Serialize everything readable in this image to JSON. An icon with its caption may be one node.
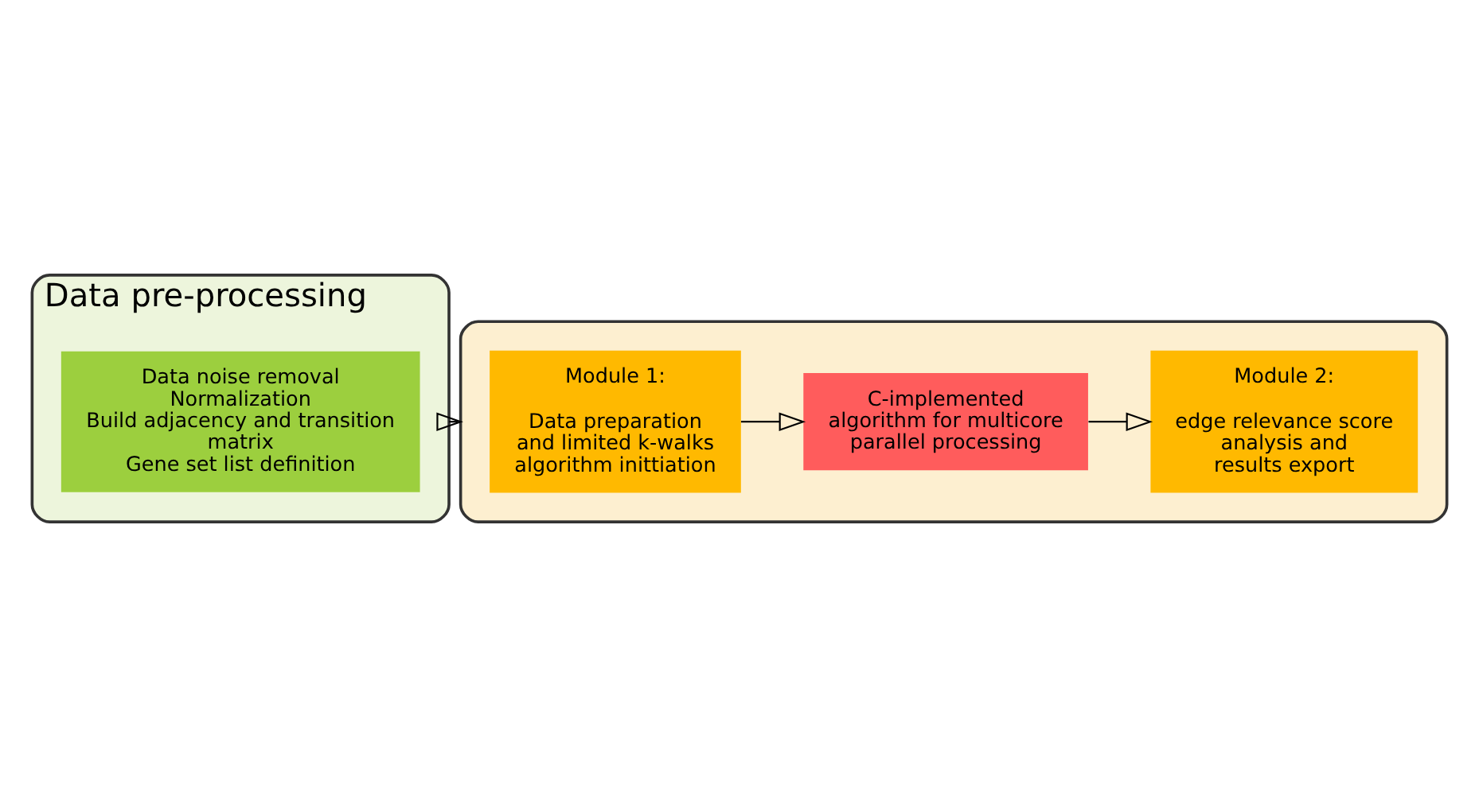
{
  "diagram": {
    "nodes": [
      {
        "text": [
          "Data pre-processing"
        ]
      },
      {
        "text": [
          "Data noise removal Normalization Build adjacency and transition matrix Gene set list definition"
        ],
        "in": 0
      },
      {
        "text": [],
        "shape": "box"
      },
      {
        "text": [
          "Module 1:",
          "Data preparation and limited k-walks algorithm inittiation"
        ],
        "in": 2
      },
      {
        "text": [
          "C-implemented algorithm for multicore parallel processing"
        ],
        "in": 2
      },
      {
        "text": [
          "Module 2:",
          "edge relevance score analysis and results export"
        ],
        "in": 2
      }
    ],
    "edges": [
      {
        "from": 0,
        "to": 2,
        "arrow": "to"
      },
      {
        "from": 3,
        "to": 4,
        "arrow": "to"
      },
      {
        "from": 4,
        "to": 5,
        "arrow": "to"
      }
    ]
  }
}
